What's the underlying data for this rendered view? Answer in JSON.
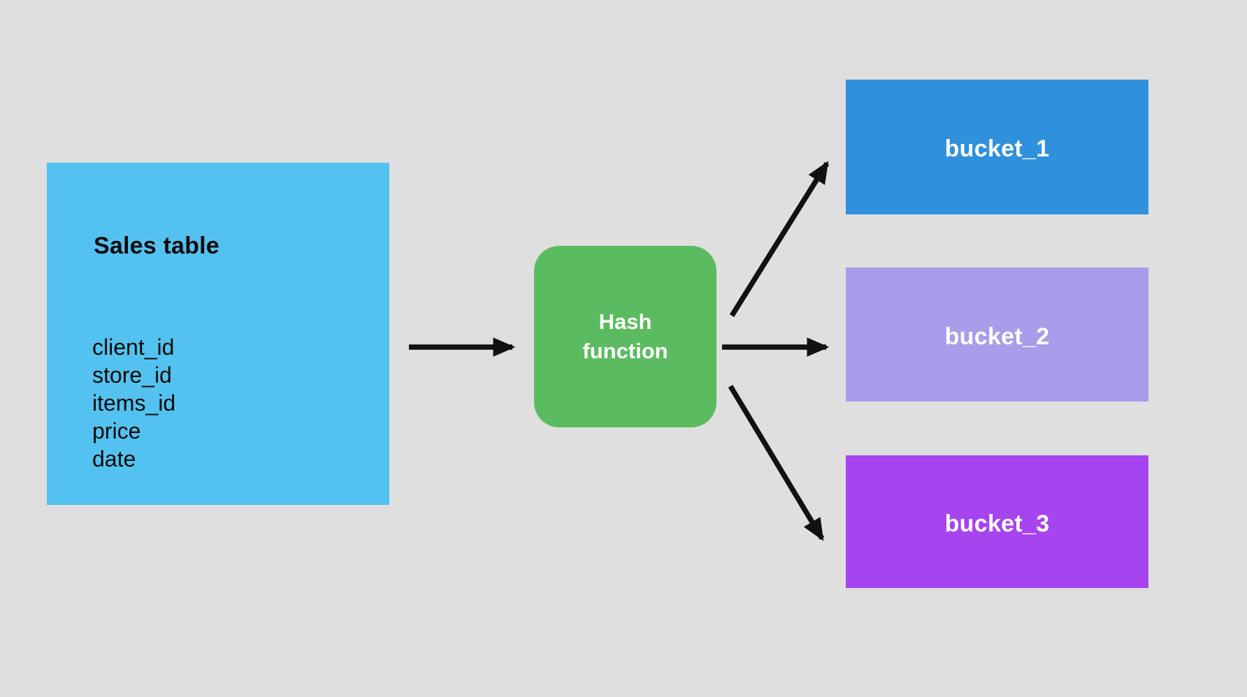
{
  "diagram": {
    "description": "Hash partitioning diagram: sales table routed through a hash function into three buckets",
    "background_color": "#DFDFDF",
    "arrow_color": "#111111",
    "source_table": {
      "title": "Sales table",
      "fields": [
        "client_id",
        "store_id",
        "items_id",
        "price",
        "date"
      ],
      "fill_color": "#54C2F0",
      "text_color": "#0B0B0B"
    },
    "hash_function": {
      "label": "Hash function",
      "label_lines": [
        "Hash",
        "function"
      ],
      "fill_color": "#5BBB60",
      "text_color": "#FFFFFF"
    },
    "buckets": [
      {
        "label": "bucket_1",
        "fill_color": "#2F90DB",
        "text_color": "#FFFFFF"
      },
      {
        "label": "bucket_2",
        "fill_color": "#A99CEB",
        "text_color": "#FFFFFF"
      },
      {
        "label": "bucket_3",
        "fill_color": "#A644F0",
        "text_color": "#FFFFFF"
      }
    ]
  }
}
